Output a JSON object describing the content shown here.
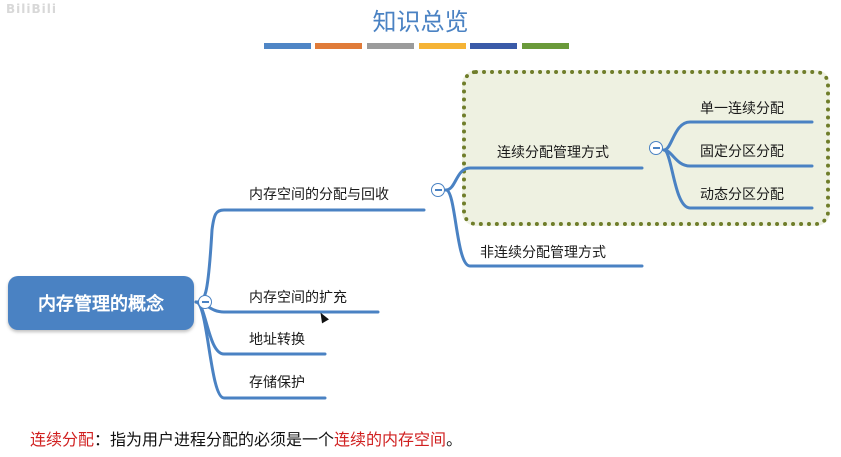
{
  "watermark": "BiliBili",
  "title": "知识总览",
  "color_bars": [
    "#4f86c6",
    "#e07b39",
    "#9b9b9b",
    "#f5b335",
    "#3a5aa8",
    "#6a9a3a"
  ],
  "root": {
    "label": "内存管理的概念"
  },
  "branches": {
    "alloc": "内存空间的分配与回收",
    "expand": "内存空间的扩充",
    "addr": "地址转换",
    "protect": "存储保护"
  },
  "alloc_children": {
    "contiguous": "连续分配管理方式",
    "non_contiguous": "非连续分配管理方式"
  },
  "contiguous_children": {
    "single": "单一连续分配",
    "fixed": "固定分区分配",
    "dynamic": "动态分区分配"
  },
  "footnote": {
    "term": "连续分配",
    "sep": "：",
    "text": "指为用户进程分配的必须是一个",
    "highlight": "连续的内存空间",
    "end": "。"
  }
}
